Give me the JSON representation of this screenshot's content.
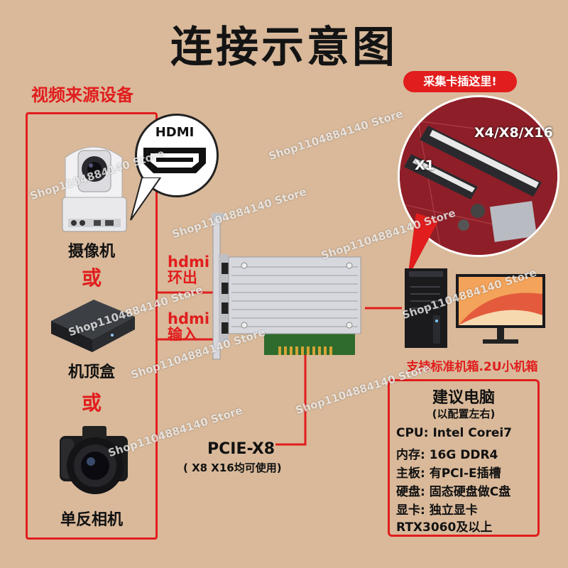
{
  "title": "连接示意图",
  "source_section": {
    "label": "视频来源设备",
    "devices": [
      {
        "name": "摄像机"
      },
      {
        "name": "机顶盒"
      },
      {
        "name": "单反相机"
      }
    ],
    "or_text": "或"
  },
  "hdmi_port": "HDMI",
  "card": {
    "hdmi_out": [
      "hdmi",
      "环出"
    ],
    "hdmi_in": [
      "hdmi",
      "输入"
    ],
    "pcie_label": "PCIE-X8",
    "pcie_note": "( X8 X16均可使用)"
  },
  "motherboard": {
    "callout": "采集卡插这里!",
    "slot_x4": "X4/X8/X16",
    "slot_x1": "X1"
  },
  "chassis_label": "支持标准机箱.2U小机箱",
  "specs": {
    "title": "建议电脑",
    "subtitle": "(以配置左右)",
    "lines": [
      "CPU: Intel Corei7",
      "内存: 16G DDR4",
      "主板: 有PCI-E插槽",
      "硬盘: 固态硬盘做C盘",
      "显卡: 独立显卡",
      "RTX3060及以上"
    ]
  },
  "watermark": "Shop1104884140 Store",
  "colors": {
    "accent": "#e11d1d",
    "background": "#d9b99a",
    "text": "#141414"
  }
}
